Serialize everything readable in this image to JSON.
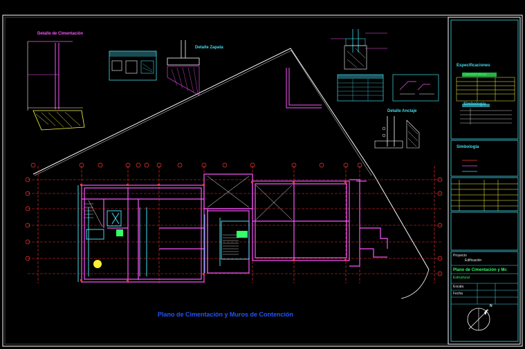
{
  "drawing": {
    "main_title": "Plano de Cimentación y Muros de Contención",
    "detail_wall_title": "Detalle de Cimentación",
    "detail_column_title": "Detalle Zapata",
    "detail_anchor_title": "Detalle Anclaje"
  },
  "title_block": {
    "specs_title": "Especificaciones",
    "specs_subtitle": "Características",
    "symbology_title": "Simbología",
    "symbology_title_2": "Simbología",
    "project_label": "Proyecto",
    "project_value": "Edificación",
    "sheet_title": "Plano de Cimentación y Mc",
    "sheet_subtitle": "Estructural",
    "scale_label": "Escala",
    "date_label": "Fecha",
    "north_label": "N"
  },
  "colors": {
    "background": "#000000",
    "border": "#ffffff",
    "walls": "#ff55ff",
    "columns": "#44ddee",
    "axes": "#ff3333",
    "labels": "#33ff66",
    "hatch": "#ffff44"
  }
}
